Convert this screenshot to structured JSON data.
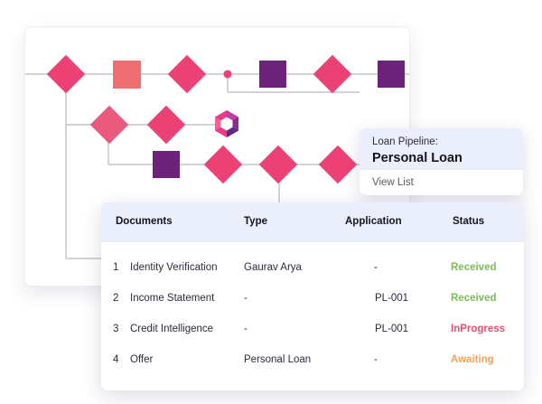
{
  "pipeline": {
    "label": "Loan Pipeline:",
    "title": "Personal Loan",
    "link": "View List"
  },
  "documents": {
    "headers": [
      "Documents",
      "Type",
      "Application",
      "Status"
    ],
    "rows": [
      {
        "num": "1",
        "document": "Identity Verification",
        "type": "Gaurav Arya",
        "application": "-",
        "status": "Received",
        "status_color": "#7cba59"
      },
      {
        "num": "2",
        "document": "Income Statement",
        "type": "-",
        "application": "PL-001",
        "status": "Received",
        "status_color": "#7cba59"
      },
      {
        "num": "3",
        "document": "Credit Intelligence",
        "type": "-",
        "application": "PL-001",
        "status": "InProgress",
        "status_color": "#ef4d6b"
      },
      {
        "num": "4",
        "document": "Offer",
        "type": "Personal Loan",
        "application": "-",
        "status": "Awaiting",
        "status_color": "#f5a05a"
      }
    ]
  },
  "colors": {
    "pink": "#ec4174",
    "salmon": "#ef6e72",
    "rose": "#e95a7c",
    "purple": "#6c2279",
    "connector": "#d2d2d8"
  },
  "icons": {
    "logo": "hexagon-logo-icon"
  }
}
